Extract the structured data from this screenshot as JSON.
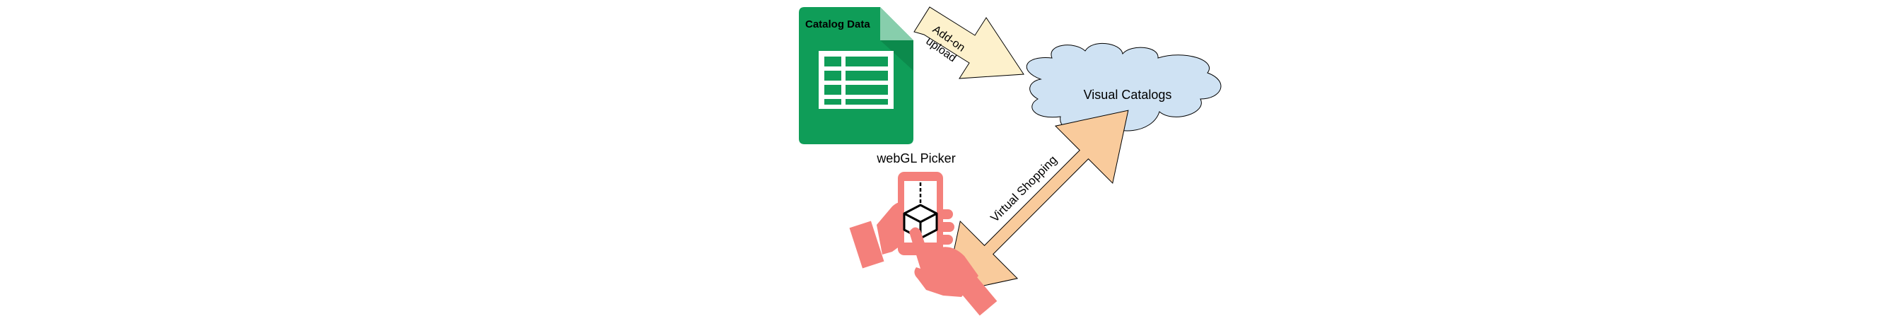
{
  "catalog_sheet": {
    "title": "Catalog Data",
    "icon": "spreadsheet-icon"
  },
  "arrows": {
    "upload": {
      "line1": "Add-on",
      "line2": "upload",
      "color": "#fdf1cc"
    },
    "shopping": {
      "label": "Virtual Shopping",
      "color": "#f9cb9c"
    }
  },
  "cloud": {
    "label": "Visual Catalogs",
    "color": "#cfe2f3"
  },
  "picker": {
    "label": "webGL Picker",
    "icon": "phone-in-hands-icon",
    "color": "#f4807b"
  },
  "colors": {
    "sheet_green": "#0f9d58",
    "sheet_fold": "#87ceac",
    "outline": "#000000"
  }
}
